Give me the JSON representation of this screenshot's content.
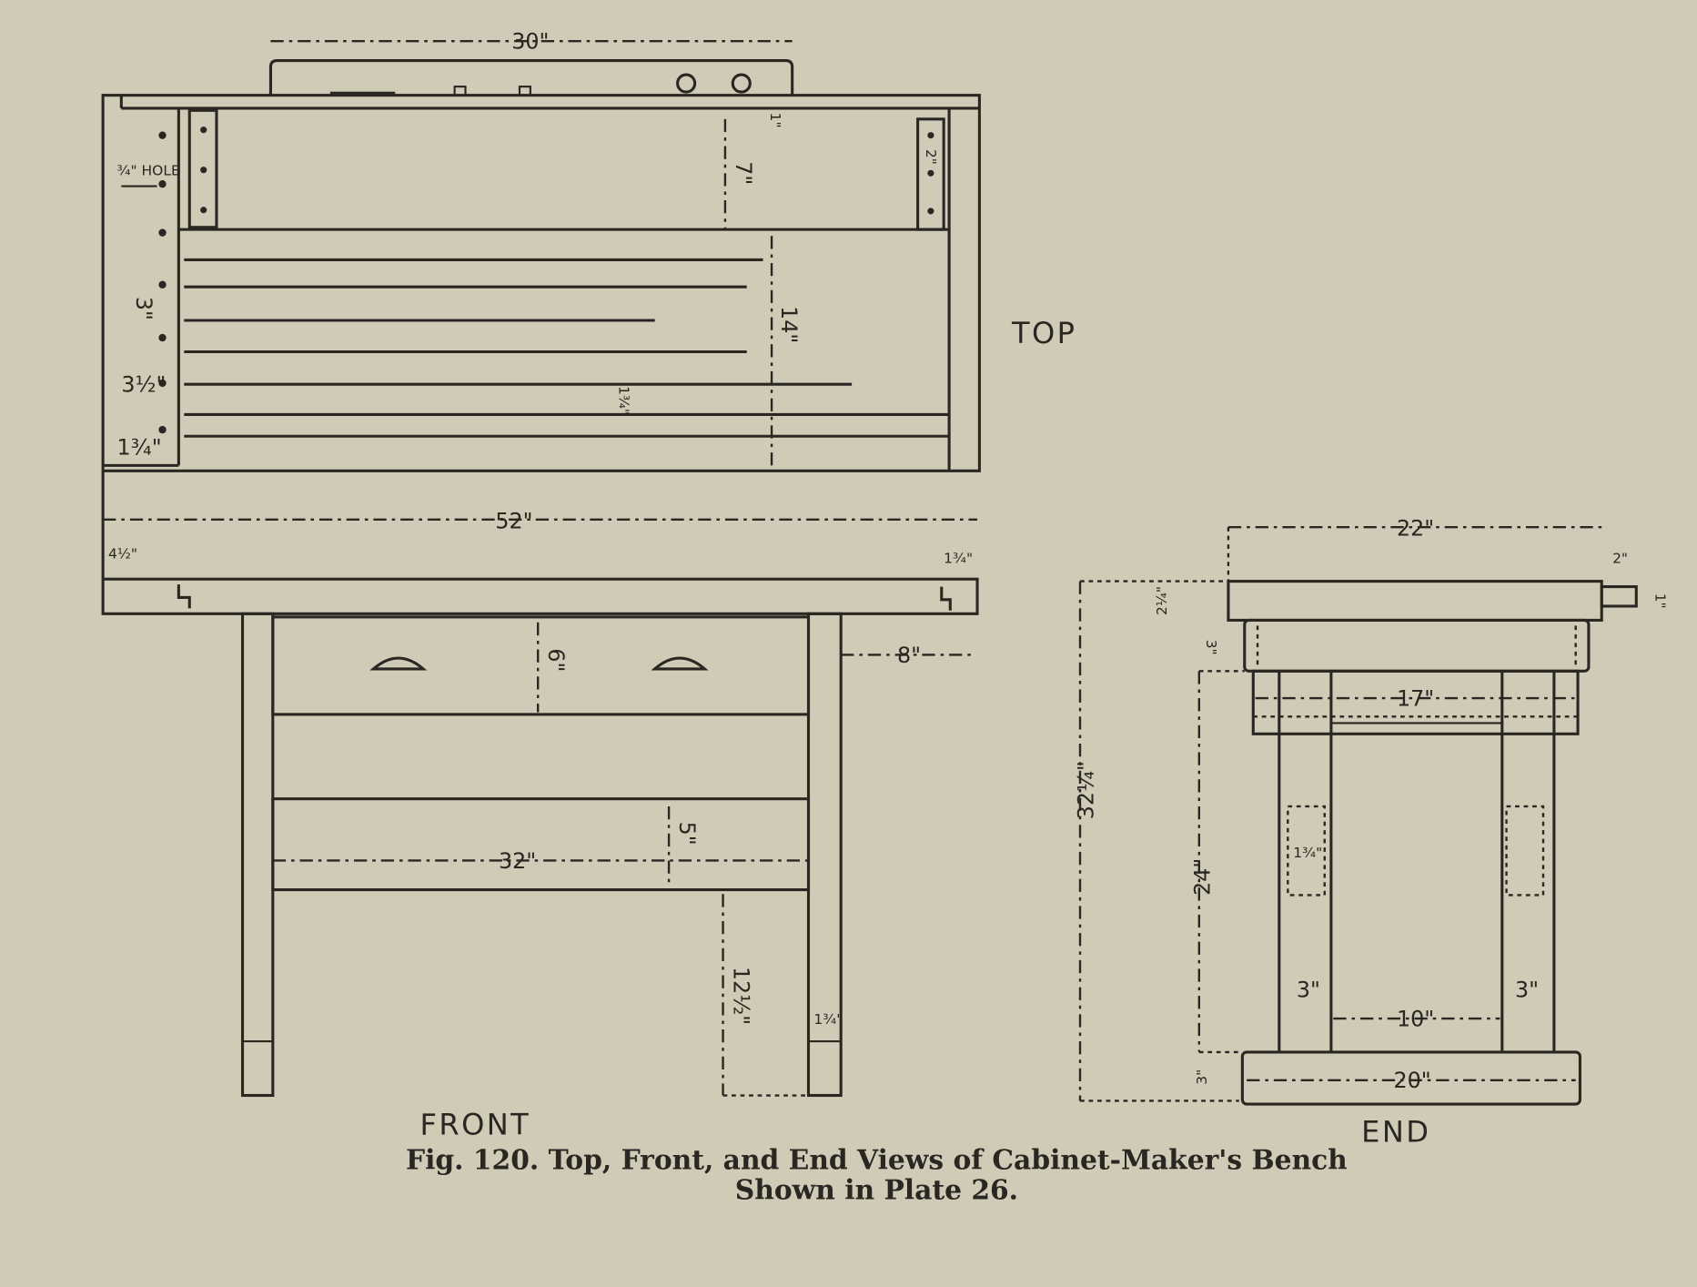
{
  "colors": {
    "paper": "#cfcbb6",
    "ink": "#2a2622"
  },
  "top_view": {
    "label": "TOP",
    "dims": {
      "width_30": "30\"",
      "thick_1": "1\"",
      "bracket_2": "2\"",
      "tray_7": "7\"",
      "top_14": "14\"",
      "hole": "¾\" HOLE",
      "spacing_3": "3\"",
      "edge_3half": "3½\"",
      "edge_1_3q": "1¾\"",
      "board_1_3q": "1¾\""
    }
  },
  "front_view": {
    "label": "FRONT",
    "dims": {
      "length_52": "52\"",
      "overhang_4half": "4½\"",
      "end_1_3q": "1¾\"",
      "drawer_6": "6\"",
      "overhang_8": "8\"",
      "stretcher_32": "32\"",
      "stretcher_5": "5\"",
      "clear_12half": "12½\"",
      "leg_1_3q": "1¾\""
    }
  },
  "end_view": {
    "label": "END",
    "dims": {
      "width_22": "22\"",
      "tenon_2": "2\"",
      "tenon_1": "1\"",
      "top_2q": "2¼\"",
      "apron_3": "3\"",
      "rail_17": "17\"",
      "height_32q": "32¼\"",
      "leg_24": "24\"",
      "mortise_1_3q": "1¾\"",
      "leg_3_left": "3\"",
      "leg_3_right": "3\"",
      "gap_10": "10\"",
      "foot_3": "3\"",
      "foot_20": "20\""
    }
  },
  "caption": {
    "line1": "Fig. 120.  Top, Front, and End Views of Cabinet-Maker's Bench",
    "line2": "Shown in Plate 26."
  }
}
